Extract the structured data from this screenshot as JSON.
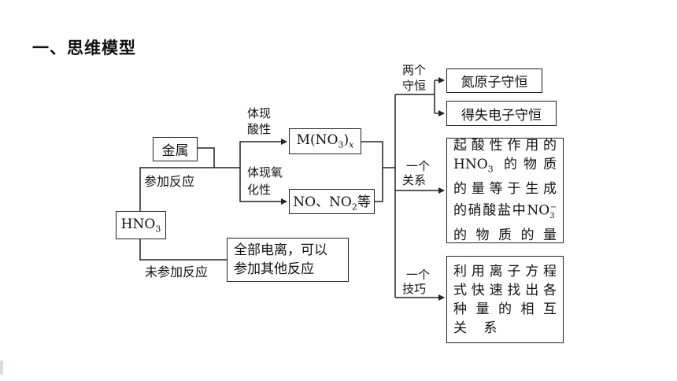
{
  "title": "一、思维模型",
  "nodes": {
    "jinshu": "金属",
    "hno3": "HNO",
    "hno3_sub": "3",
    "mno3_a": "M(NO",
    "mno3_sub": "3",
    "mno3_b": ")",
    "mno3_x": "x",
    "no_a": "NO、NO",
    "no_sub": "2",
    "no_b": "等",
    "quanbu_line1": "全部电离，可以",
    "quanbu_line2": "参加其他反应",
    "danyuanzi": "氮原子守恒",
    "deshi": "得失电子守恒",
    "guanxi_lines": [
      "起酸性作用的",
      "HNO3 的物质",
      "的量等于生成",
      "的硝酸盐中NO3⁻",
      "的物质的量"
    ],
    "jiqiao_lines": [
      "利用离子方程",
      "式快速找出各",
      "种 量 的 相 互",
      "关 系"
    ]
  },
  "labels": {
    "canjia": "参加反应",
    "weicanjia": "未参加反应",
    "tixian_suan_1": "体现",
    "tixian_suan_2": "酸性",
    "tixian_yang_1": "体现氧",
    "tixian_yang_2": "化性",
    "liangge_1": "两个",
    "liangge_2": "守恒",
    "yige_guanxi_1": "一个",
    "yige_guanxi_2": "关系",
    "yige_jiqiao_1": "一个",
    "yige_jiqiao_2": "技巧"
  },
  "colors": {
    "line": "#222222",
    "text": "#111111"
  }
}
